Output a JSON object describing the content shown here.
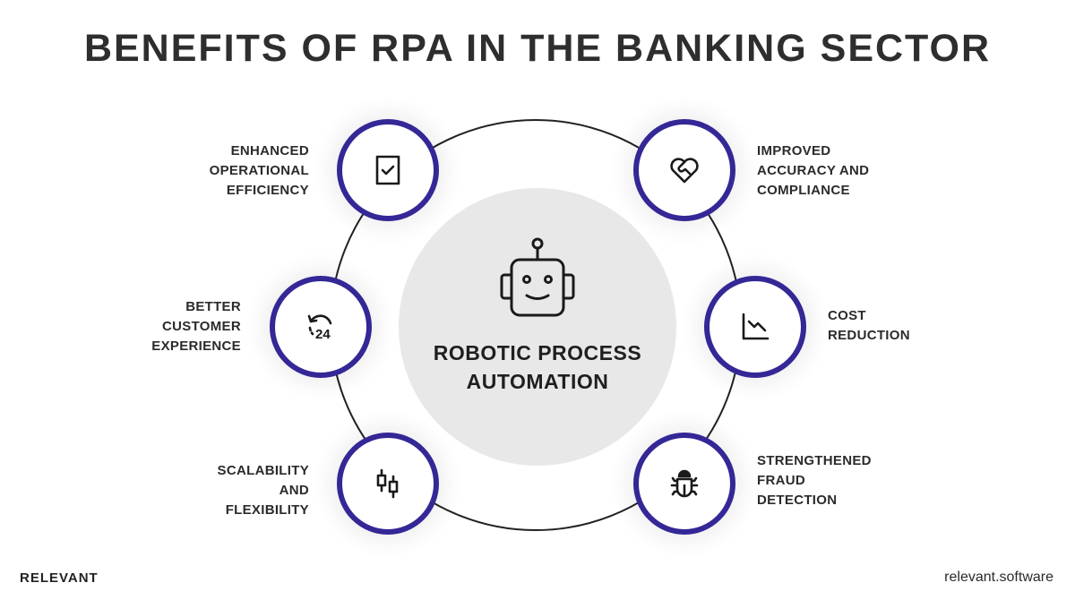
{
  "title": "BENEFITS OF RPA IN THE BANKING SECTOR",
  "center": {
    "icon": "robot-icon",
    "label_line1": "ROBOTIC PROCESS",
    "label_line2": "AUTOMATION"
  },
  "benefits": [
    {
      "icon": "checkbox-icon",
      "lines": [
        "ENHANCED",
        "OPERATIONAL",
        "EFFICIENCY"
      ]
    },
    {
      "icon": "heart-handshake-icon",
      "lines": [
        "IMPROVED",
        "ACCURACY AND",
        "COMPLIANCE"
      ]
    },
    {
      "icon": "clock-24-icon",
      "lines": [
        "BETTER",
        "CUSTOMER",
        "EXPERIENCE"
      ]
    },
    {
      "icon": "chart-decline-icon",
      "lines": [
        "COST",
        "REDUCTION"
      ]
    },
    {
      "icon": "candlestick-icon",
      "lines": [
        "SCALABILITY",
        "AND",
        "FLEXIBILITY"
      ]
    },
    {
      "icon": "bug-icon",
      "lines": [
        "STRENGTHENED",
        "FRAUD",
        "DETECTION"
      ]
    }
  ],
  "colors": {
    "accent": "#342796",
    "center_fill": "#e8e8e8",
    "text": "#2b2b2b"
  },
  "footer": {
    "brand": "RELEVANT",
    "website": "relevant.software"
  }
}
